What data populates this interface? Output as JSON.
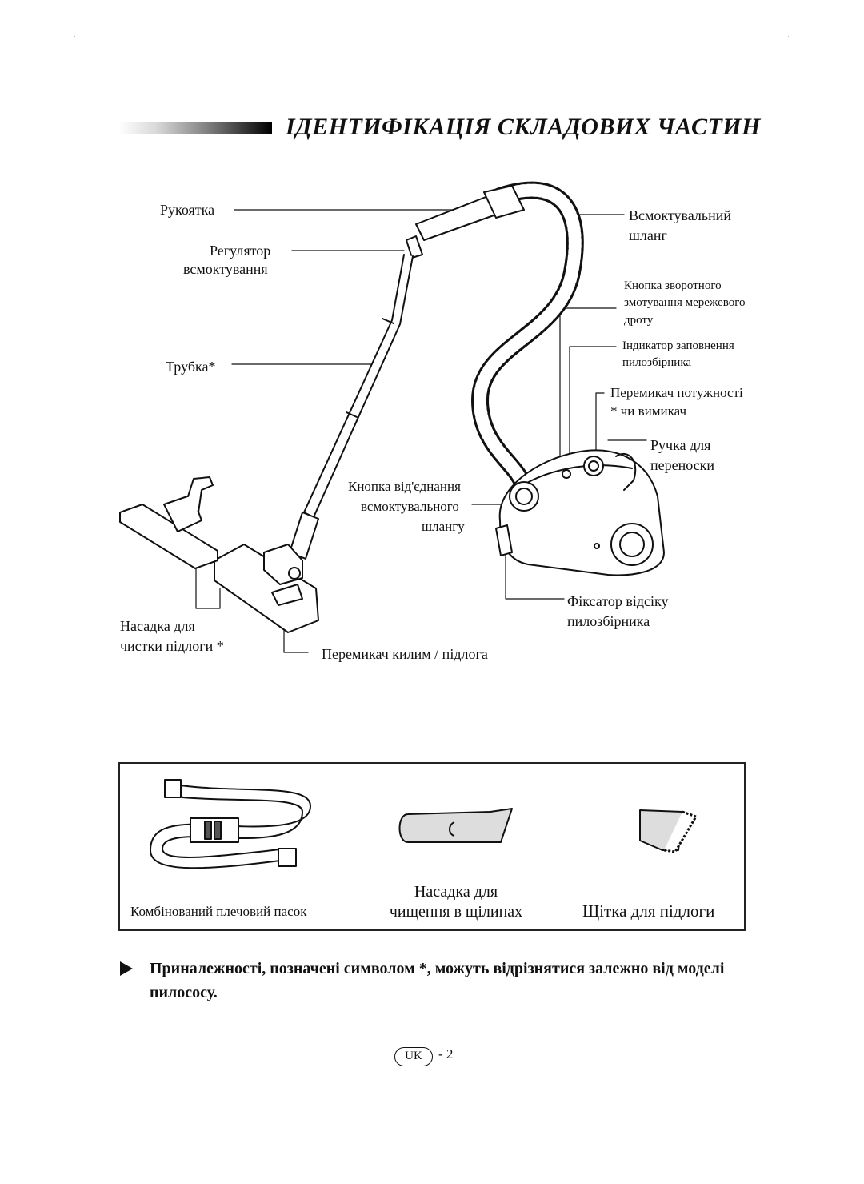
{
  "title": "ІДЕНТИФІКАЦІЯ СКЛАДОВИХ ЧАСТИН",
  "labels": {
    "handle": "Рукоятка",
    "suction_regulator": [
      "Регулятор",
      "всмоктування"
    ],
    "tube": "Трубка*",
    "floor_nozzle": [
      "Насадка для",
      "чистки підлоги *"
    ],
    "carpet_floor_switch": "Перемикач килим / підлога",
    "hose_release": [
      "Кнопка від'єднання",
      "всмоктувального",
      "шлангу"
    ],
    "suction_hose": [
      "Всмоктувальний",
      "шланг"
    ],
    "cord_rewind": [
      "Кнопка зворотного",
      "змотування мережевого",
      "дроту"
    ],
    "dust_indicator": [
      "Індикатор заповнення",
      "пилозбірника"
    ],
    "power_switch": [
      "Перемикач потужності",
      "* чи вимикач"
    ],
    "carry_handle": [
      "Ручка для",
      "переноски"
    ],
    "dust_latch": [
      "Фіксатор відсіку",
      "пилозбірника"
    ]
  },
  "accessories": {
    "shoulder_strap": "Комбінований плечовий пасок",
    "crevice_tool": [
      "Насадка для",
      "чищення в щілинах"
    ],
    "floor_brush": "Щітка для підлоги"
  },
  "note": "Приналежності, позначені символом *, можуть відрізнятися залежно від моделі пилососу.",
  "page": {
    "lang_badge": "UK",
    "number": "- 2"
  }
}
